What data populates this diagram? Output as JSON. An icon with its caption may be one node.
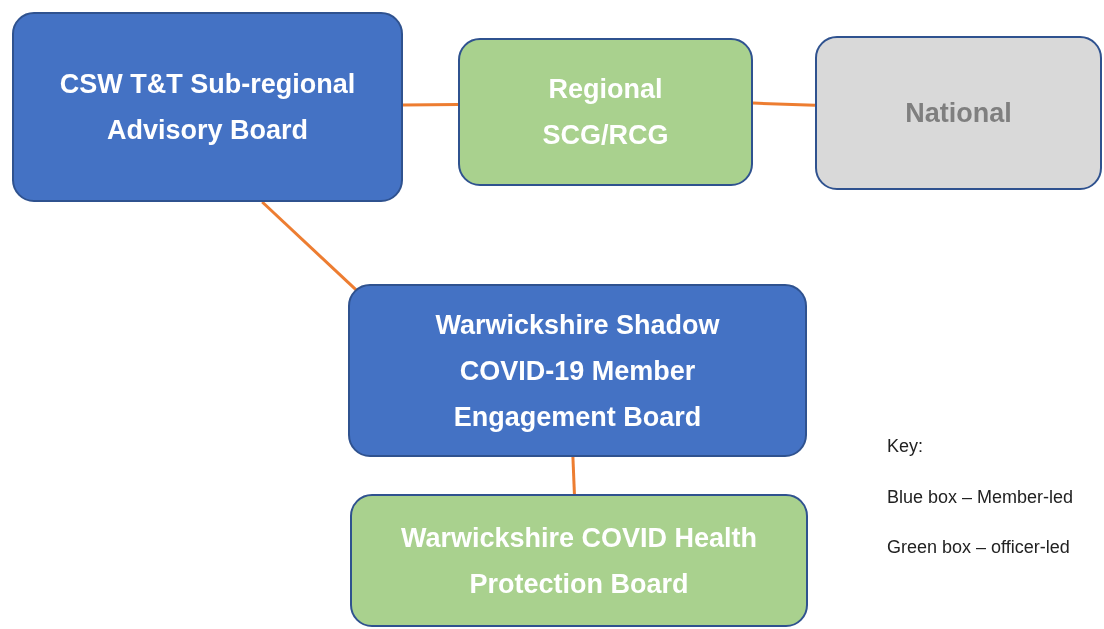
{
  "diagram": {
    "nodes": [
      {
        "text": [
          "CSW T&T Sub-regional Advisory Board"
        ]
      },
      {
        "text": [
          "Regional SCG/RCG"
        ]
      },
      {
        "text": [
          "National"
        ]
      },
      {
        "text": [
          "Warwickshire Shadow COVID-19 Member Engagement Board"
        ]
      },
      {
        "text": [
          "Warwickshire COVID Health Protection Board"
        ]
      }
    ],
    "edges": [
      {
        "from": 0,
        "to": 1,
        "arrow": "none"
      },
      {
        "from": 1,
        "to": 2,
        "arrow": "none"
      },
      {
        "from": 0,
        "to": 3,
        "arrow": "none"
      },
      {
        "from": 3,
        "to": 4,
        "arrow": "none"
      }
    ],
    "labels": [
      "Key:",
      "Blue box – Member-led",
      "Green box – officer-led"
    ]
  }
}
